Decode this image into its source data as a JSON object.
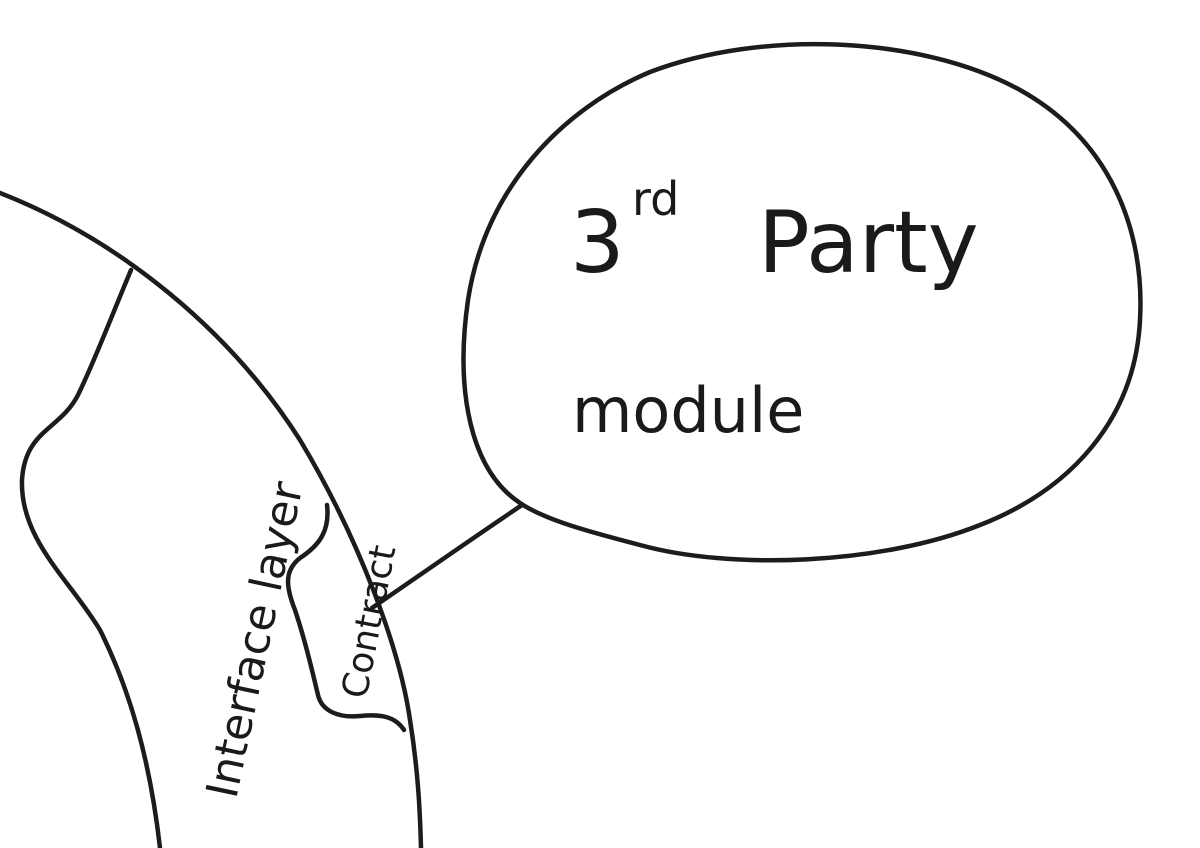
{
  "diagram": {
    "module": {
      "line1_main": "3",
      "line1_sup": "rd",
      "line1_rest": "Party",
      "line2": "module"
    },
    "interface_layer": {
      "label": "Interface layer"
    },
    "contract": {
      "label": "Contract"
    },
    "colors": {
      "ink": "#1c1c1c",
      "paper": "#ffffff"
    }
  }
}
